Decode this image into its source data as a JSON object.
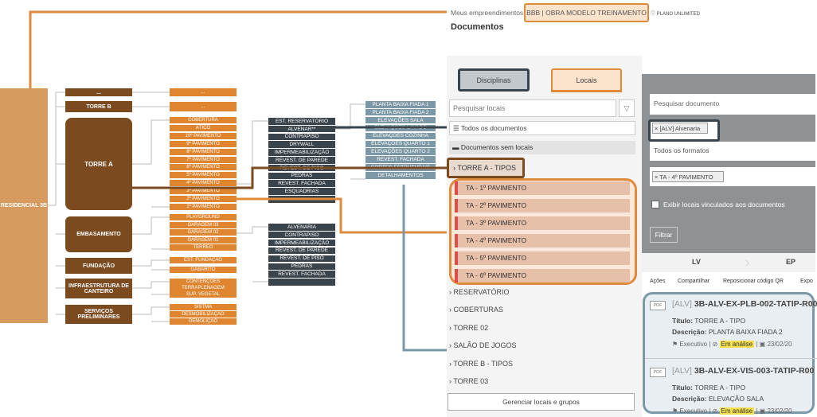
{
  "breadcrumb": {
    "parent": "Meus empreendimentos",
    "sep": ">",
    "project": "BBB | OBRA MODELO TREINAMENTO",
    "plan": "PLANO UNLIMITED"
  },
  "page_title": "Documentos",
  "tabs": {
    "disciplinas": "Disciplinas",
    "locais": "Locais"
  },
  "search": {
    "placeholder": "Pesquisar locais"
  },
  "groups": {
    "all": "Todos os documentos",
    "no_loc": "Documentos sem locais"
  },
  "tree_items": [
    "TORRE A - TIPOS",
    "RESERVATÓRIO",
    "COBERTURAS",
    "TORRE 02",
    "SALÃO DE JOGOS",
    "TORRE B - TIPOS",
    "TORRE 03"
  ],
  "pavimentos": [
    "TA - 1º PAVIMENTO",
    "TA - 2º PAVIMENTO",
    "TA - 3º PAVIMENTO",
    "TA - 4º PAVIMENTO",
    "TA - 5º PAVIMENTO",
    "TA - 6º PAVIMENTO"
  ],
  "manage_btn": "Gerenciar locais e grupos",
  "filters": {
    "search_placeholder": "Pesquisar documento",
    "tag1": "[ALV] Alvenaria",
    "formats": "Todos os formatos",
    "tag2": "TA - 4º PAVIMENTO",
    "checkbox": "Exibir locais vinculados aos documentos",
    "filter_btn": "Filtrar"
  },
  "steps": {
    "lv": "LV",
    "ep": "EP"
  },
  "actions": [
    "Ações",
    "Compartilhar",
    "Reposicionar código QR",
    "Expo"
  ],
  "docs": [
    {
      "badge": "PDF",
      "prefix": "[ALV]",
      "code": "3B-ALV-EX-PLB-002-TATIP-R00",
      "titulo_label": "Título:",
      "titulo": "TORRE A - TIPO",
      "desc_label": "Descrição:",
      "desc": "PLANTA BAIXA FIADA 2",
      "phase": "Executivo",
      "status": "Em análise",
      "date": "23/02/20"
    },
    {
      "badge": "PDF",
      "prefix": "[ALV]",
      "code": "3B-ALV-EX-VIS-003-TATIP-R00",
      "titulo_label": "Título:",
      "titulo": "TORRE A - TIPO",
      "desc_label": "Descrição:",
      "desc": "ELEVAÇÃO SALA",
      "phase": "Executivo",
      "status": "Em análise",
      "date": "23/02/20"
    }
  ],
  "diagram": {
    "root": "RESIDENCIAL 3B",
    "level1": [
      "...",
      "TORRE B",
      "TORRE A",
      "EMBASAMENTO",
      "FUNDAÇÃO",
      "INFRAESTRUTURA DE CANTEIRO",
      "SERVIÇOS PRELIMINARES"
    ],
    "top_orange": [
      "...",
      "..."
    ],
    "torre_a": [
      "COBERTURA",
      "ÁTICO",
      "10º PAVIMENTO",
      "9º PAVIMENTO",
      "8º PAVIMENTO",
      "7º PAVIMENTO",
      "6º PAVIMENTO",
      "5º PAVIMENTO",
      "4º PAVIMENTO",
      "3º PAVIMENTO",
      "2º PAVIMENTO",
      "1º PAVIMENTO"
    ],
    "embasamento": [
      "PLAYGROUND",
      "GARAGEM 03",
      "GARAGEM 02",
      "GARAGEM 01",
      "TÉRREO"
    ],
    "fundacao": [
      "EST. FUNDAÇÃO",
      "GABARITO"
    ],
    "infra": [
      "CONTENÇÕES",
      "TERRAPLENAGEM",
      "SUP. VEGETAL"
    ],
    "servicos": [
      "SISTMA",
      "DESMOBILIZAÇÃO",
      "DEMOLIÇÃO"
    ],
    "disc1": [
      "EST. RESERVATÓRIO",
      "ALVENAR**",
      "CONTRAPISO",
      "DRYWALL",
      "IMPERMEABILIZAÇÃO",
      "REVEST. DE PAREDE",
      "REVEST. DE PISO",
      "PEDRAS",
      "REVEST. FACHADA",
      "ESQUADRIAS",
      ""
    ],
    "disc2": [
      "ALVENARIA",
      "CONTRAPISO",
      "IMPERMEABILIZAÇÃO",
      "REVEST. DE PAREDE",
      "REVEST. DE PISO",
      "PEDRAS",
      "REVEST. FACHADA",
      ""
    ],
    "docs": [
      "PLANTA BAIXA FIADA 1",
      "PLANTA BAIXA FIADA 2",
      "ELEVAÇÕES SALA",
      "ELEVAÇÕES LAVABO",
      "ELEVAÇÕES COZINHA",
      "ELEVAÇÕES QUARTO 1",
      "ELEVAÇÕES QUARTO 2",
      "REVEST. FACHADA",
      "CORTES ESTRUTURAIS",
      "DETALHAMENTOS"
    ]
  },
  "colors": {
    "brown": "#7b4a1e",
    "orange": "#e0852f",
    "dark": "#3a444c",
    "blue": "#7c98a7",
    "highlight": "#e08a3c",
    "steel": "#7a98a8"
  }
}
